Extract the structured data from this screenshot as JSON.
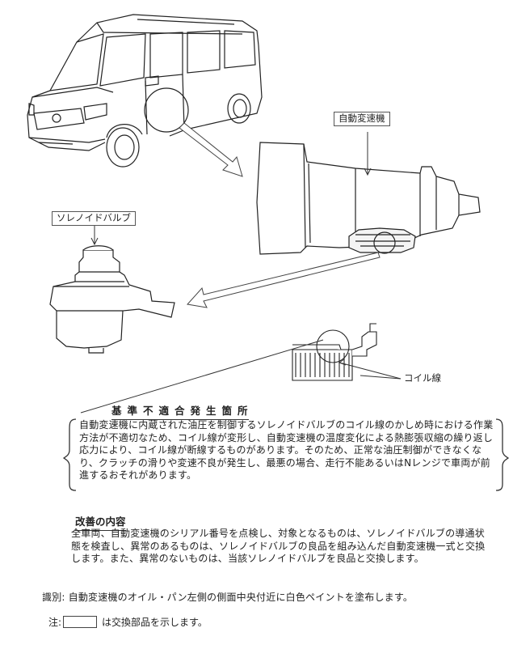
{
  "labels": {
    "transmission": "自動変速機",
    "solenoid": "ソレノイドバルブ",
    "coil": "コイル線"
  },
  "defect": {
    "title": "基準不適合発生箇所",
    "body": "自動変速機に内蔵された油圧を制御するソレノイドバルブのコイル線のかしめ時における作業方法が不適切なため、コイル線が変形し、自動変速機の温度変化による熱膨張収縮の繰り返し応力により、コイル線が断線するものがあります。そのため、正常な油圧制御ができなくなり、クラッチの滑りや変速不良が発生し、最悪の場合、走行不能あるいはNレンジで車両が前進するおそれがあります。"
  },
  "fix": {
    "title": "改善の内容",
    "body": "全車両、自動変速機のシリアル番号を点検し、対象となるものは、ソレノイドバルブの導通状態を検査し、異常のあるものは、ソレノイドバルブの良品を組み込んだ自動変速機一式と交換します。また、異常のないものは、当該ソレノイドバルブを良品と交換します。"
  },
  "identification": "識別: 自動変速機のオイル・パン左側の側面中央付近に白色ペイントを塗布します。",
  "note": {
    "prefix": "注:",
    "suffix": "は交換部品を示します。"
  }
}
